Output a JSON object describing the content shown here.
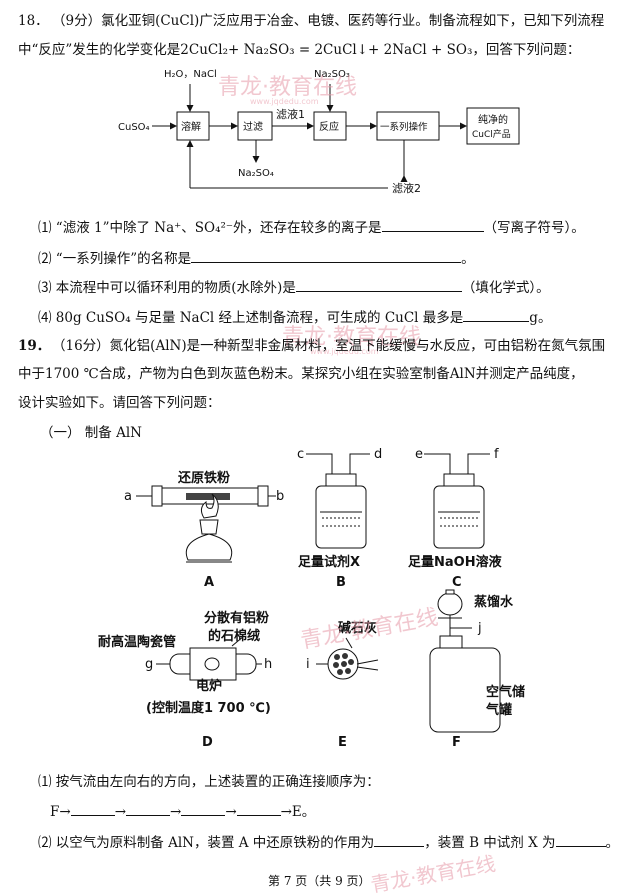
{
  "q18": {
    "number": "18．",
    "stem_line1": "（9分）氯化亚铜(CuCl)广泛应用于冶金、电镀、医药等行业。制备流程如下，已知下列流程",
    "stem_line2": "中“反应”发生的化学变化是2CuCl₂+ Na₂SO₃ = 2CuCl↓+ 2NaCl + SO₃，回答下列问题：",
    "flow": {
      "input_left": "CuSO₄",
      "input_top1": "H₂O，NaCl",
      "input_top2": "Na₂SO₃",
      "box1": "溶解",
      "box2": "过滤",
      "box3": "反应",
      "box4": "一系列操作",
      "box5_line1": "纯净的",
      "box5_line2": "CuCl产品",
      "filtrate1": "滤液1",
      "byproduct": "Na₂SO₄",
      "filtrate2": "滤液2"
    },
    "sub1_a": "⑴ “滤液 1”中除了 Na⁺、SO₄²⁻外，还存在较多的离子是",
    "sub1_b": "（写离子符号）。",
    "sub2_a": "⑵ “一系列操作”的名称是",
    "sub2_b": "。",
    "sub3_a": "⑶ 本流程中可以循环利用的物质(水除外)是",
    "sub3_b": "（填化学式）。",
    "sub4_a": "⑷ 80g CuSO₄ 与足量 NaCl 经上述制备流程，可生成的 CuCl 最多是",
    "sub4_b": "g。"
  },
  "q19": {
    "number": "19．",
    "stem_line1": "（16分）氮化铝(AlN)是一种新型非金属材料，室温下能缓慢与水反应，可由铝粉在氮气氛围",
    "stem_line2": "中于1700 ℃合成，产物为白色到灰蓝色粉末。某探究小组在实验室制备AlN并测定产品纯度，",
    "stem_line3": "设计实验如下。请回答下列问题：",
    "part1": "（一） 制备 AlN",
    "apparatus": {
      "A_label": "还原铁粉",
      "A_left": "a",
      "A_right": "b",
      "A_name": "A",
      "B_top_left": "c",
      "B_top_right": "d",
      "B_caption": "足量试剂X",
      "B_name": "B",
      "C_top_left": "e",
      "C_top_right": "f",
      "C_caption": "足量NaOH溶液",
      "C_name": "C",
      "D_label1": "分散有铝粉",
      "D_label2": "的石棉绒",
      "D_tube": "耐高温陶瓷管",
      "D_left": "g",
      "D_right": "h",
      "D_furnace": "电炉",
      "D_temp": "(控制温度1 700 ℃)",
      "D_name": "D",
      "E_label": "碱石灰",
      "E_port": "i",
      "E_name": "E",
      "F_water": "蒸馏水",
      "F_port": "j",
      "F_tank1": "空气储",
      "F_tank2": "气罐",
      "F_name": "F"
    },
    "sub1": "⑴ 按气流由左向右的方向，上述装置的正确连接顺序为：",
    "sub1_seq_start": "F→",
    "sub1_seq_arrow": "→",
    "sub1_seq_end": "→E。",
    "sub2_a": "⑵ 以空气为原料制备 AlN，装置 A 中还原铁粉的作用为",
    "sub2_b": "，装置 B 中试剂 X 为",
    "sub2_c": "。"
  },
  "footer": "第 7 页（共 9 页）",
  "watermark": {
    "brand": "青龙·教育在线",
    "url": "www.jqdedu.com"
  }
}
